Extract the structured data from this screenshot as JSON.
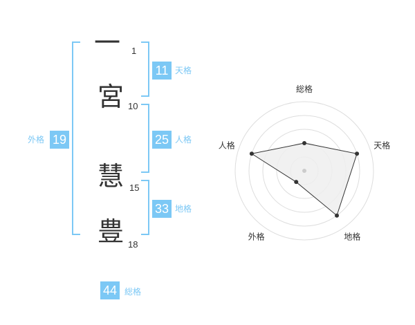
{
  "accent_color": "#7cc8f5",
  "name": {
    "characters": [
      {
        "char": "一",
        "strokes": "1"
      },
      {
        "char": "宮",
        "strokes": "10"
      },
      {
        "char": "慧",
        "strokes": "15"
      },
      {
        "char": "豊",
        "strokes": "18"
      }
    ]
  },
  "fortune": {
    "tenkaku": {
      "label": "天格",
      "value": "11"
    },
    "jinkaku": {
      "label": "人格",
      "value": "25"
    },
    "chikaku": {
      "label": "地格",
      "value": "33"
    },
    "gaikaku": {
      "label": "外格",
      "value": "19"
    },
    "soukaku": {
      "label": "総格",
      "value": "44"
    }
  },
  "chart_data": {
    "type": "radar",
    "axes": [
      "総格",
      "天格",
      "地格",
      "外格",
      "人格"
    ],
    "values": [
      2,
      4,
      4,
      1,
      4
    ],
    "max": 5,
    "rings": 5
  }
}
